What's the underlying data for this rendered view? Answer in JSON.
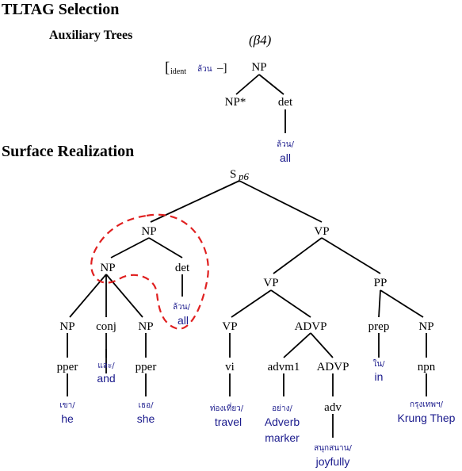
{
  "headings": {
    "selection": "TLTAG Selection",
    "aux_trees": "Auxiliary Trees",
    "surface": "Surface Realization"
  },
  "aux_tree": {
    "beta_label": "(β4)",
    "bracket_open": "[",
    "ident": "ident",
    "ident_thai": "ล้วน",
    "bracket_close": "–]",
    "root": "NP",
    "foot": "NP*",
    "det": "det",
    "det_thai": "ล้วน/",
    "det_eng": "all"
  },
  "derived_tree": {
    "root": "S",
    "root_sub": "p6",
    "np_top": "NP",
    "vp_top": "VP",
    "np_inner": "NP",
    "det": "det",
    "det_thai": "ล้วน/",
    "det_eng": "all",
    "vp_mid": "VP",
    "pp": "PP",
    "np_he": "NP",
    "conj": "conj",
    "np_she": "NP",
    "vp_low": "VP",
    "advp": "ADVP",
    "prep": "prep",
    "np_place": "NP",
    "pper1": "pper",
    "pper2": "pper",
    "vi": "vi",
    "advm1": "advm1",
    "advp_inner": "ADVP",
    "npn": "npn",
    "adv": "adv",
    "he_thai": "เขา/",
    "he_eng": "he",
    "and_thai": "และ/",
    "and_eng": "and",
    "she_thai": "เธอ/",
    "she_eng": "she",
    "travel_thai": "ท่องเที่ยว/",
    "travel_eng": "travel",
    "adverb_thai": "อย่าง/",
    "adverb_eng1": "Adverb",
    "adverb_eng2": "marker",
    "in_thai": "ใน/",
    "in_eng": "in",
    "kt_thai": "กรุงเทพฯ/",
    "kt_eng": "Krung Thep",
    "joy_thai": "สนุกสนาน/",
    "joy_eng": "joyfully"
  }
}
